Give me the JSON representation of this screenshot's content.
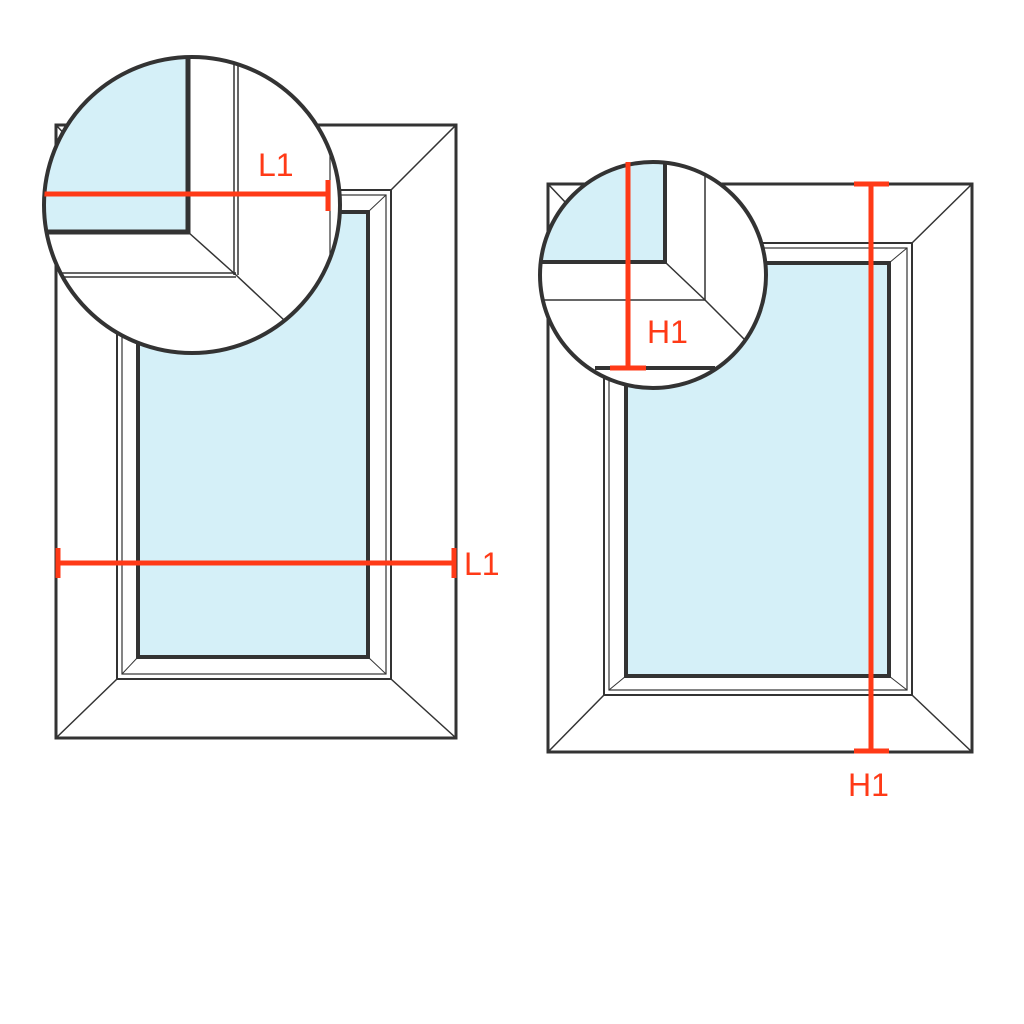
{
  "diagram": {
    "left_window": {
      "dimension_label": "L1",
      "zoom_label": "L1",
      "measure": "width"
    },
    "right_window": {
      "dimension_label": "H1",
      "zoom_label": "H1",
      "measure": "height"
    }
  },
  "colors": {
    "line": "#333333",
    "glass": "#d5f0f8",
    "measure": "#ff3a17",
    "background": "#ffffff"
  }
}
